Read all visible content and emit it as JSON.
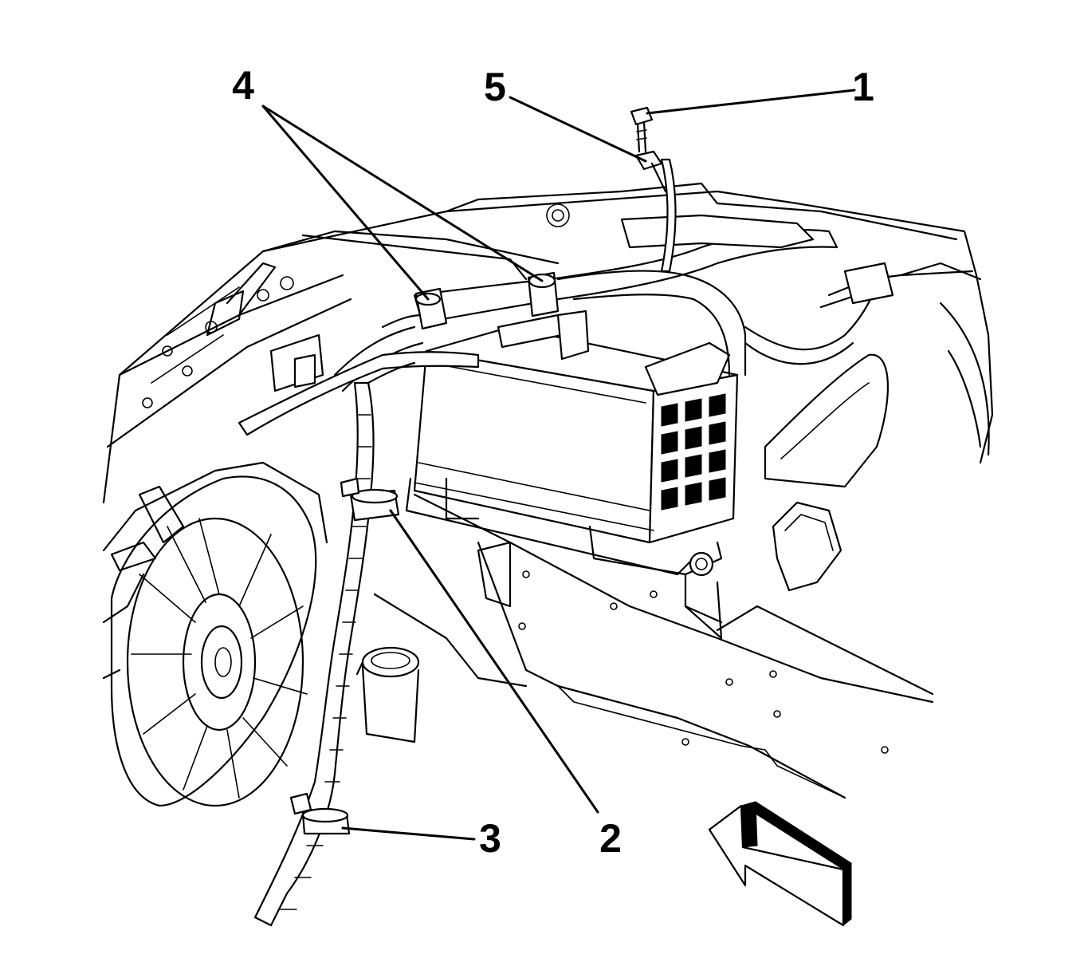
{
  "callouts": [
    {
      "id": "1",
      "label": "1"
    },
    {
      "id": "2",
      "label": "2"
    },
    {
      "id": "3",
      "label": "3"
    },
    {
      "id": "4",
      "label": "4"
    },
    {
      "id": "5",
      "label": "5"
    }
  ],
  "icons": {
    "view_arrow": "direction-arrow-icon"
  },
  "colors": {
    "line": "#000000",
    "background": "#ffffff"
  }
}
